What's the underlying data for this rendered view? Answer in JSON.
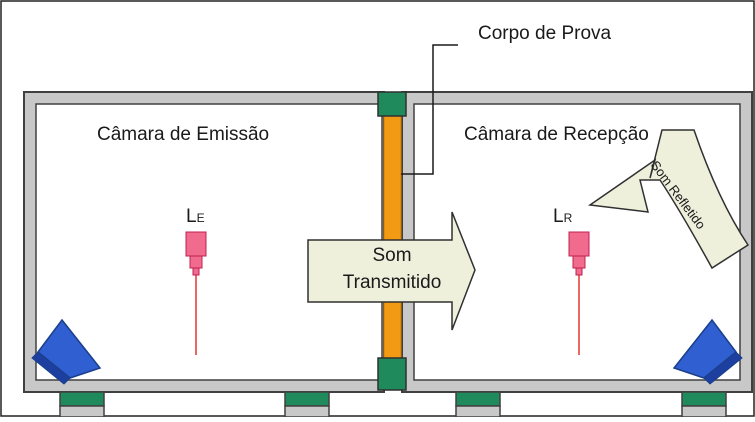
{
  "specimen_label": "Corpo de Prova",
  "emission_chamber": {
    "label": "Câmara de Emissão",
    "mic_label_main": "L",
    "mic_label_sub": "E"
  },
  "reception_chamber": {
    "label": "Câmara de Recepção",
    "mic_label_main": "L",
    "mic_label_sub": "R"
  },
  "transmitted_arrow": {
    "line1": "Som",
    "line2": "Transmitido"
  },
  "reflected_arrow": {
    "label": "Som Refletido"
  },
  "colors": {
    "wall": "#c8c8c8",
    "wall_outline": "#404040",
    "specimen": "#f39a14",
    "mount": "#1f8a5c",
    "microphone": "#f06b8e",
    "mic_cable": "#e3372f",
    "speaker": "#2f5fd0",
    "arrow_fill": "#eef0dc"
  }
}
